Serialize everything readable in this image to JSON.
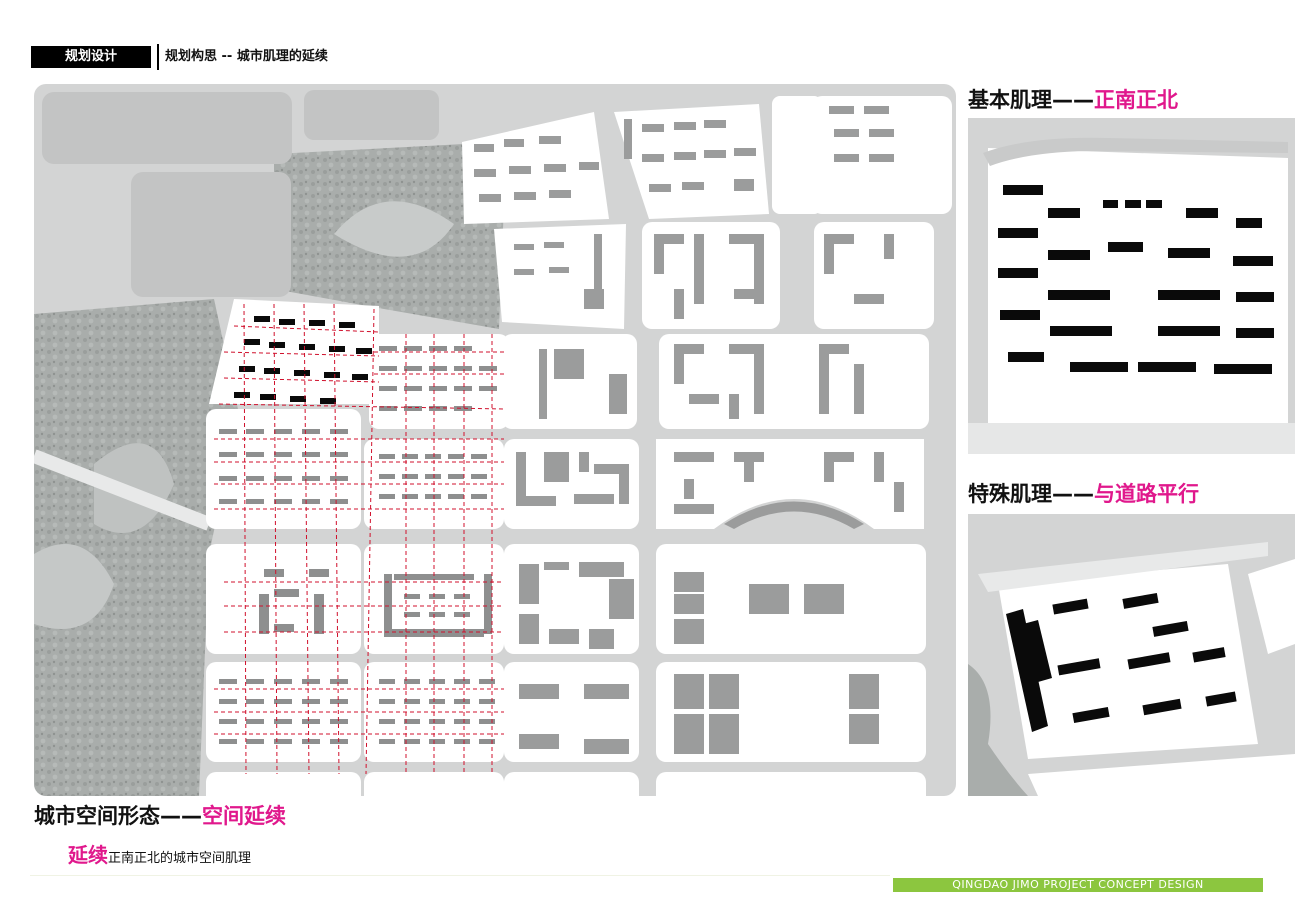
{
  "header": {
    "tag": "规划设计",
    "title": "规划构思 -- 城市肌理的延续"
  },
  "right_panel": {
    "top": {
      "title": "基本肌理——",
      "accent": "正南正北"
    },
    "bottom": {
      "title": "特殊肌理——",
      "accent": "与道路平行"
    }
  },
  "main_map": {
    "section_title": "城市空间形态——",
    "section_accent": "空间延续"
  },
  "caption": {
    "accent": "延续",
    "text": "正南正北的城市空间肌理"
  },
  "footer": {
    "text": "QINGDAO  JIMO PROJECT CONCEPT DESIGN"
  },
  "colors": {
    "accent_pink": "#e0188c",
    "footer_green": "#8cc63f",
    "grid_red": "#d0102c"
  }
}
